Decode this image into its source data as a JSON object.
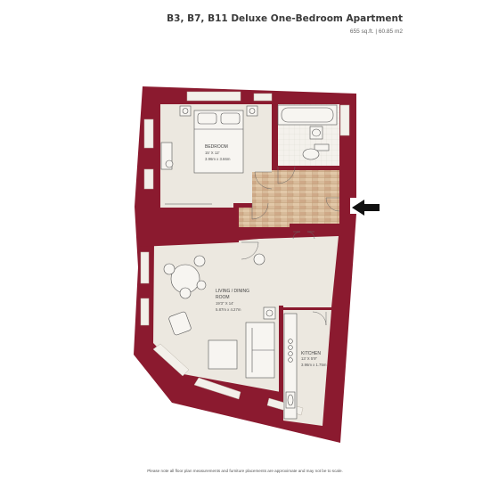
{
  "header": {
    "title": "B3, B7, B11 Deluxe One-Bedroom Apartment",
    "area": "655 sq.ft. | 60.85 m2"
  },
  "rooms": {
    "bedroom": {
      "name": "BEDROOM",
      "dim_imperial": "15' X 12'",
      "dim_metric": "3.96m x 3.66m"
    },
    "living": {
      "name_line1": "LIVING / DINING",
      "name_line2": "ROOM",
      "dim_imperial": "19'3\" X 14'",
      "dim_metric": "5.87m x 4.27m"
    },
    "kitchen": {
      "name": "KITCHEN",
      "dim_imperial": "13' X 5'9\"",
      "dim_metric": "3.96m x 1.75m"
    }
  },
  "footer": {
    "disclaimer": "Please note all floor plan measurements and furniture placements are approximate and may not be to scale."
  },
  "colors": {
    "wall": "#8b1a2f",
    "floor": "#ece8e0",
    "wood_floor": "#d6b896",
    "furniture_stroke": "#555555"
  },
  "icons": {
    "entrance": "entrance-arrow-icon"
  }
}
